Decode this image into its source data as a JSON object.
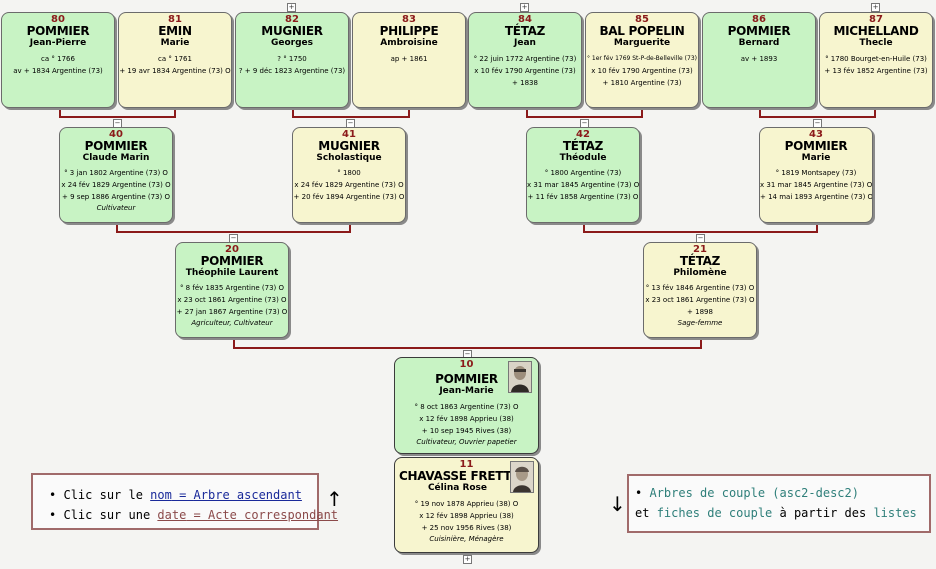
{
  "persons": [
    {
      "key": "p80",
      "num": "80",
      "name": "POMMIER",
      "first": "Jean-Pierre",
      "sex": "m",
      "events": [
        "ca ° 1766",
        "",
        "av + 1834 Argentine (73)"
      ],
      "occ": ""
    },
    {
      "key": "p81",
      "num": "81",
      "name": "EMIN",
      "first": "Marie",
      "sex": "f",
      "events": [
        "ca ° 1761",
        "",
        "+ 19 avr 1834 Argentine (73) O"
      ],
      "occ": ""
    },
    {
      "key": "p82",
      "num": "82",
      "name": "MUGNIER",
      "first": "Georges",
      "sex": "m",
      "events": [
        "? ° 1750",
        "",
        "? + 9 déc 1823 Argentine (73)"
      ],
      "occ": ""
    },
    {
      "key": "p83",
      "num": "83",
      "name": "PHILIPPE",
      "first": "Ambroisine",
      "sex": "f",
      "events": [
        "",
        "",
        "ap + 1861"
      ],
      "occ": ""
    },
    {
      "key": "p84",
      "num": "84",
      "name": "TÉTAZ",
      "first": "Jean",
      "sex": "m",
      "events": [
        "° 22 juin 1772 Argentine (73)",
        "x 10 fév 1790 Argentine (73)",
        "+ 1838"
      ],
      "occ": ""
    },
    {
      "key": "p85",
      "num": "85",
      "name": "BAL POPELIN",
      "first": "Marguerite",
      "sex": "f",
      "events": [
        "° 1er fév 1769 St-P-de-Belleville (73)",
        "x 10 fév 1790 Argentine (73)",
        "+ 1810 Argentine (73)"
      ],
      "occ": ""
    },
    {
      "key": "p86",
      "num": "86",
      "name": "POMMIER",
      "first": "Bernard",
      "sex": "m",
      "events": [
        "",
        "",
        "av + 1893"
      ],
      "occ": ""
    },
    {
      "key": "p87",
      "num": "87",
      "name": "MICHELLAND",
      "first": "Thecle",
      "sex": "f",
      "events": [
        "° 1780 Bourget-en-Huile (73)",
        "",
        "+ 13 fév 1852 Argentine (73)"
      ],
      "occ": ""
    },
    {
      "key": "p40",
      "num": "40",
      "name": "POMMIER",
      "first": "Claude Marin",
      "sex": "m",
      "events": [
        "° 3 jan 1802 Argentine (73) O",
        "x 24 fév 1829 Argentine (73) O",
        "+ 9 sep 1886 Argentine (73) O"
      ],
      "occ": "Cultivateur"
    },
    {
      "key": "p41",
      "num": "41",
      "name": "MUGNIER",
      "first": "Scholastique",
      "sex": "f",
      "events": [
        "° 1800",
        "x 24 fév 1829 Argentine (73) O",
        "+ 20 fév 1894 Argentine (73) O"
      ],
      "occ": ""
    },
    {
      "key": "p42",
      "num": "42",
      "name": "TÉTAZ",
      "first": "Théodule",
      "sex": "m",
      "events": [
        "° 1800 Argentine (73)",
        "x 31 mar 1845 Argentine (73) O",
        "+ 11 fév 1858 Argentine (73) O"
      ],
      "occ": ""
    },
    {
      "key": "p43",
      "num": "43",
      "name": "POMMIER",
      "first": "Marie",
      "sex": "f",
      "events": [
        "° 1819 Montsapey (73)",
        "x 31 mar 1845 Argentine (73) O",
        "+ 14 mai 1893 Argentine (73) O"
      ],
      "occ": ""
    },
    {
      "key": "p20",
      "num": "20",
      "name": "POMMIER",
      "first": "Théophile Laurent",
      "sex": "m",
      "events": [
        "° 8 fév 1835 Argentine (73) O",
        "x 23 oct 1861 Argentine (73) O",
        "+ 27 jan 1867 Argentine (73) O"
      ],
      "occ": "Agriculteur, Cultivateur"
    },
    {
      "key": "p21",
      "num": "21",
      "name": "TÉTAZ",
      "first": "Philomène",
      "sex": "f",
      "events": [
        "° 13 fév 1846 Argentine (73) O",
        "x 23 oct 1861 Argentine (73) O",
        "+ 1898"
      ],
      "occ": "Sage-femme"
    },
    {
      "key": "p10",
      "num": "10",
      "name": "POMMIER",
      "first": "Jean-Marie",
      "sex": "m",
      "events": [
        "° 8 oct 1863 Argentine (73) O",
        "x 12 fév 1898 Apprieu (38)",
        "+ 10 sep 1945 Rives (38)"
      ],
      "occ": "Cultivateur, Ouvrier papetier",
      "photo": true
    },
    {
      "key": "p11",
      "num": "11",
      "name": "CHAVASSE FRETTE",
      "first": "Célina Rose",
      "sex": "f",
      "events": [
        "° 19 nov 1878 Apprieu (38) O",
        "x 12 fév 1898 Apprieu (38)",
        "+ 25 nov 1956 Rives (38)"
      ],
      "occ": "Cuisinière, Ménagère",
      "photo": true
    }
  ],
  "toggles": {
    "plus": "+",
    "minus": "−"
  },
  "legend_left": {
    "line1_pre": "Clic sur le ",
    "line1_link1": "nom",
    "line1_eq": " = ",
    "line1_link2": "Arbre ascendant",
    "line2_pre": "Clic sur une ",
    "line2_link1": "date",
    "line2_eq": " = ",
    "line2_link2": "Acte correspondant",
    "bullet": "•"
  },
  "legend_right": {
    "bullet": "•",
    "line1_link": "Arbres de couple (asc2-desc2)",
    "line2_pre": "et ",
    "line2_link1": "fiches de couple",
    "line2_mid": " à partir des ",
    "line2_link2": "listes"
  },
  "arrows": {
    "up": "↑",
    "down": "↓"
  },
  "colors": {
    "male": "#c8f3c4",
    "female": "#f7f5cf",
    "line": "#8b1a1a",
    "number": "#8b1a1a"
  }
}
